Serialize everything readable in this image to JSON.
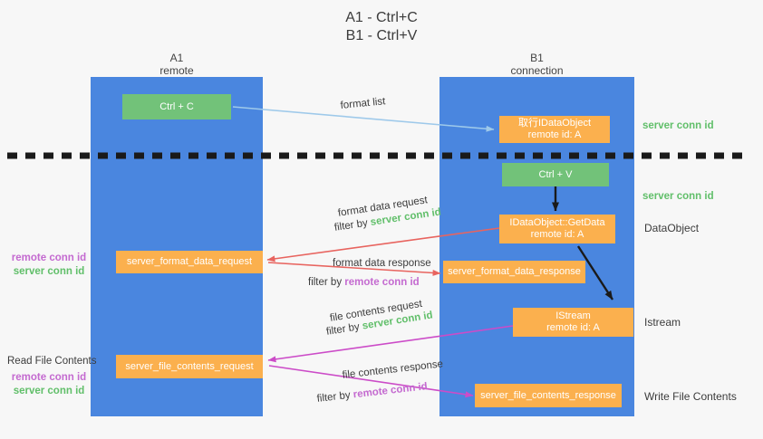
{
  "title": {
    "line1": "A1 - Ctrl+C",
    "line2": "B1 - Ctrl+V"
  },
  "lanes": [
    {
      "name": "A1",
      "sub": "remote"
    },
    {
      "name": "B1",
      "sub": "connection"
    }
  ],
  "boxes": {
    "ctrl_c": {
      "label": "Ctrl + C"
    },
    "ctrl_v": {
      "label": "Ctrl + V"
    },
    "idataobject": {
      "line1": "取行IDataObject",
      "line2": "remote id: A"
    },
    "getdata": {
      "line1": "IDataObject::GetData",
      "line2": "remote id: A"
    },
    "istream": {
      "line1": "IStream",
      "line2": "remote id: A"
    },
    "format_data_request": {
      "label": "server_format_data_request"
    },
    "format_data_response": {
      "label": "server_format_data_response"
    },
    "file_contents_request": {
      "label": "server_file_contents_request"
    },
    "file_contents_response": {
      "label": "server_file_contents_response"
    }
  },
  "annotations": {
    "format_list": "format list",
    "format_data_request": "format data request",
    "format_data_request_filter_prefix": "filter by ",
    "format_data_request_filter_key": "server conn id",
    "format_data_response": "format data response",
    "format_data_response_filter_prefix": "filter by ",
    "format_data_response_filter_key": "remote conn id",
    "file_contents_request": "file contents request",
    "file_contents_request_filter_prefix": "filter by ",
    "file_contents_request_filter_key": "server conn id",
    "file_contents_response": "file contents response",
    "file_contents_response_filter_prefix": "filter by ",
    "file_contents_response_filter_key": "remote conn id"
  },
  "left_labels": {
    "group1_remote": "remote conn id",
    "group1_server": "server conn id",
    "read_file_contents": "Read File Contents",
    "group2_remote": "remote conn id",
    "group2_server": "server conn id"
  },
  "right_labels": {
    "server_conn_id_top": "server conn id",
    "server_conn_id_mid": "server conn id",
    "dataobject": "DataObject",
    "istream": "Istream",
    "write_file_contents": "Write File Contents"
  },
  "colors": {
    "lane": "#4a86df",
    "green_box": "#72c279",
    "orange_box": "#fbb04e",
    "green_text": "#61bf6a",
    "purple_text": "#c46ad0",
    "arrow_blue": "#9ec9ea",
    "arrow_red": "#e8645f",
    "arrow_magenta": "#cc4cc8",
    "arrow_black": "#1a1a1a",
    "divider": "#1a1a1a",
    "background": "#f7f7f7"
  }
}
